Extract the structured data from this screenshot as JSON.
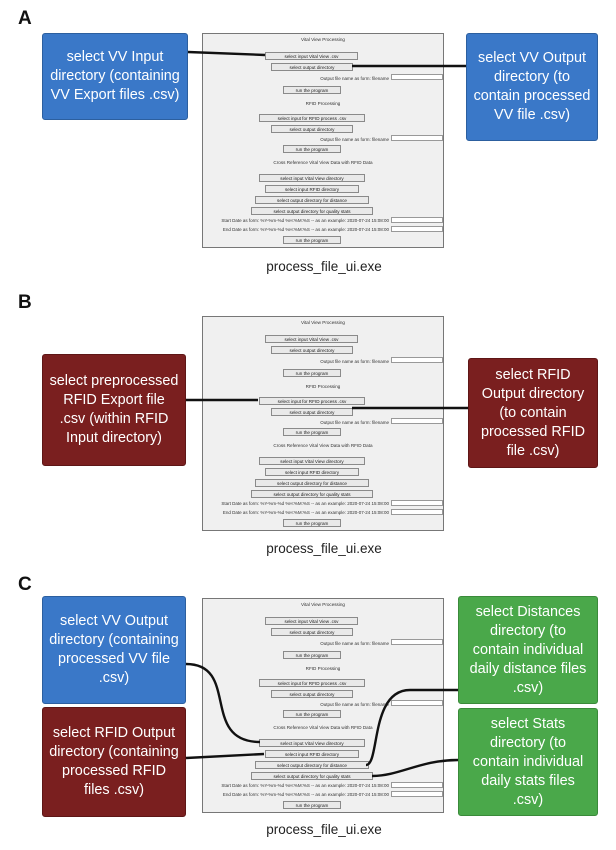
{
  "panels": [
    {
      "letter": "A",
      "caption": "process_file_ui.exe"
    },
    {
      "letter": "B",
      "caption": "process_file_ui.exe"
    },
    {
      "letter": "C",
      "caption": "process_file_ui.exe"
    }
  ],
  "ui": {
    "vv_title": "Vital View Processing",
    "vv_input_btn": "select input Vital View .csv",
    "vv_output_btn": "select output directory",
    "vv_filename_label": "Output file name as form: filename",
    "vv_run": "run the program",
    "rfid_title": "RFID Processing",
    "rfid_input_btn": "select input for RFID process .csv",
    "rfid_output_btn": "select output directory",
    "rfid_filename_label": "Output file name as form: filename",
    "rfid_run": "run the program",
    "cross_title": "Cross Reference Vital View Data with RFID Data",
    "cross_vv_btn": "select input Vital View directory",
    "cross_rfid_btn": "select input RFID directory",
    "cross_distance_btn": "select output directory for distance",
    "cross_stats_btn": "select output directory for quality stats",
    "start_label": "Start Date as form: %Y-%m-%d %H:%M:%S -- as an example: 2020-07-24 15:08:00",
    "end_label": "End Date as form: %Y-%m-%d %H:%M:%S -- as an example: 2020-07-24 15:08:00",
    "cross_run": "run the program"
  },
  "callouts": {
    "a_vv_input": "select VV Input directory (containing VV Export files .csv)",
    "a_vv_output": "select VV Output directory (to contain processed VV file .csv)",
    "b_rfid_input": "select preprocessed RFID Export file .csv (within RFID Input directory)",
    "b_rfid_output": "select RFID Output directory (to contain processed RFID file .csv)",
    "c_vv_output": "select VV Output directory (containing processed VV file .csv)",
    "c_rfid_output": "select RFID Output directory (containing processed RFID files .csv)",
    "c_distances": "select Distances directory (to contain individual daily distance files .csv)",
    "c_stats": "select Stats directory (to contain individual daily stats files .csv)"
  },
  "colors": {
    "blue": "#3a78c8",
    "red": "#7a1f1f",
    "green": "#4aa84a",
    "line": "#111111"
  }
}
